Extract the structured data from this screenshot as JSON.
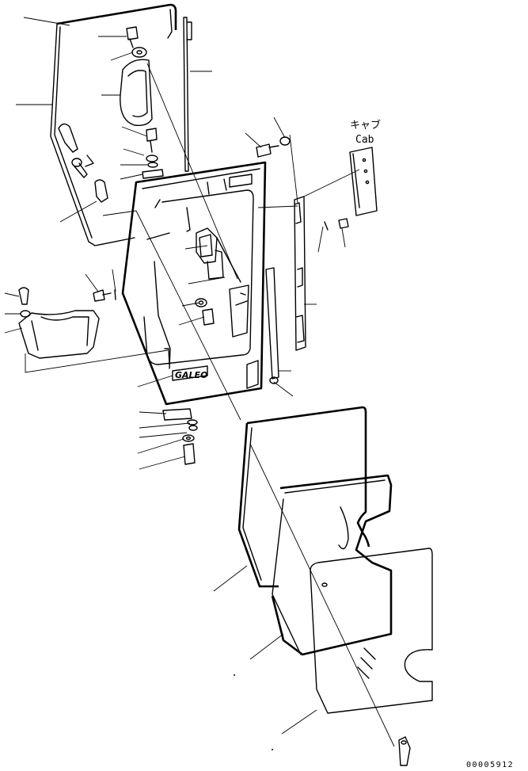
{
  "diagram": {
    "cab_label_jp": "キャブ",
    "cab_label_en": "Cab",
    "logo_text": "GALEO",
    "drawing_code": "00005912"
  }
}
